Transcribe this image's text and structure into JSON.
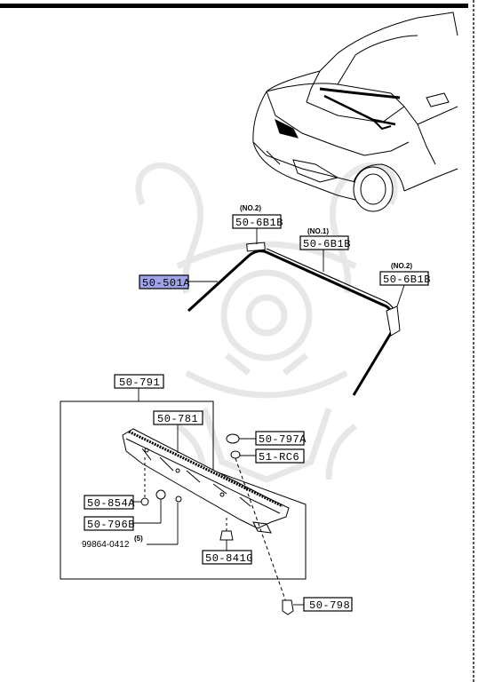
{
  "callouts": {
    "mold_no2_top": {
      "tag": "(NO.2)",
      "part": "50-6B1B"
    },
    "mold_no1": {
      "tag": "(NO.1)",
      "part": "50-6B1B"
    },
    "mold_no2_right": {
      "tag": "(NO.2)",
      "part": "50-6B1B"
    },
    "windshield_seal": {
      "part": "50-501A",
      "highlight_color": "#9fa3e8"
    },
    "cowl_grille_assy": {
      "part": "50-791"
    },
    "cowl_grille": {
      "part": "50-781"
    },
    "cap": {
      "part": "50-797A"
    },
    "clip": {
      "part": "51-RC6"
    },
    "fastener_a": {
      "part": "50-854A"
    },
    "grommet": {
      "part": "50-796B"
    },
    "screw": {
      "part": "99864-0412",
      "qty": "(5)"
    },
    "retainer": {
      "part": "50-841G"
    },
    "nozzle": {
      "part": "50-798"
    }
  }
}
